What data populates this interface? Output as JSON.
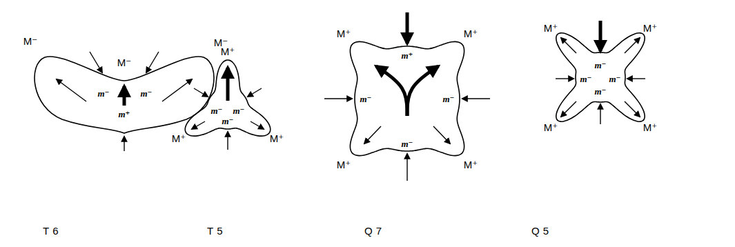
{
  "diagram": {
    "nodes": [
      {
        "text": [
          "M⁻",
          "M⁻",
          "M⁻",
          "m⁻",
          "m⁻",
          "m⁺"
        ]
      },
      {
        "text": [
          "M⁺",
          "M⁺",
          "M⁺",
          "m⁻",
          "m⁻",
          "m⁻"
        ]
      },
      {
        "text": [
          "M⁺",
          "M⁺",
          "M⁺",
          "M⁺",
          "m⁺",
          "m⁻",
          "m⁻",
          "m⁻"
        ]
      },
      {
        "text": [
          "M⁺",
          "M⁺",
          "M⁺",
          "M⁺",
          "m⁻",
          "m⁻",
          "m⁻",
          "m⁻"
        ]
      }
    ],
    "labels": [
      "T6",
      "T5",
      "Q7",
      "Q5"
    ]
  }
}
